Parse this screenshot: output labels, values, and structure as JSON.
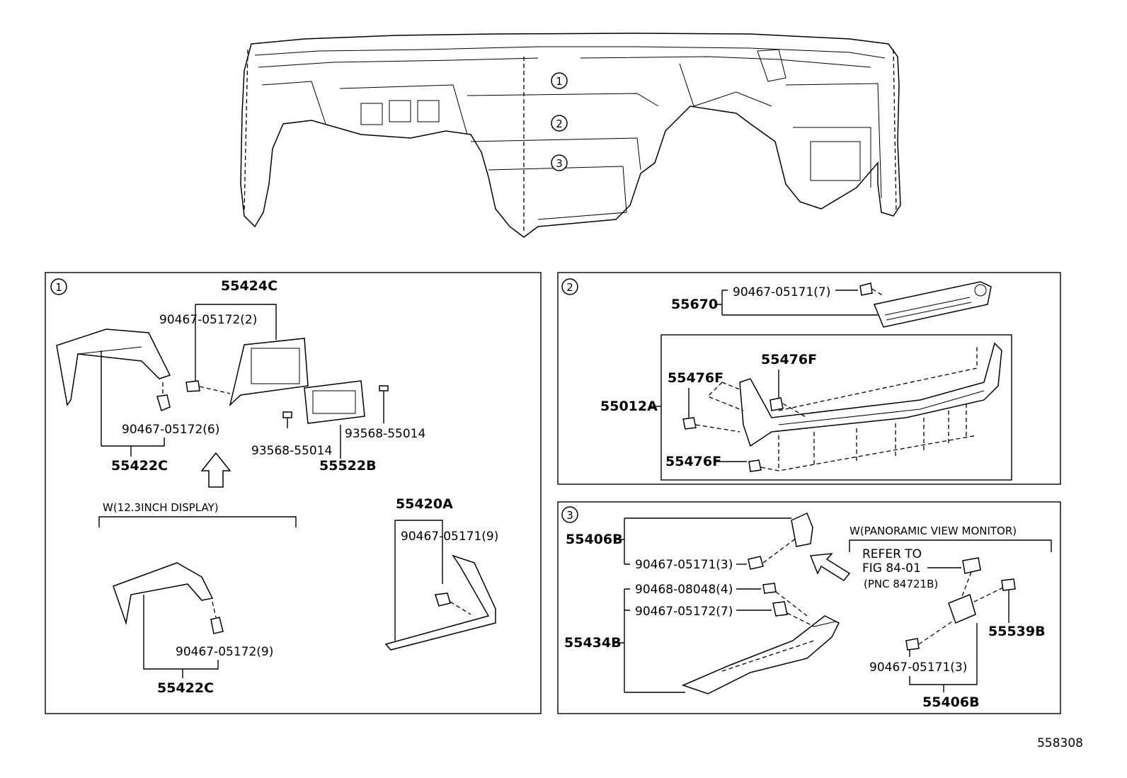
{
  "diagram_id": "558308",
  "callouts": [
    "1",
    "2",
    "3"
  ],
  "panel1": {
    "marker": "1",
    "labels": {
      "p55424C": "55424C",
      "c90467_05172_2": "90467-05172(2)",
      "c90467_05172_6": "90467-05172(6)",
      "p55422C_top": "55422C",
      "s93568_left": "93568-55014",
      "s93568_right": "93568-55014",
      "p55522B": "55522B",
      "variant": "W(12.3INCH DISPLAY)",
      "c90467_05172_9": "90467-05172(9)",
      "p55422C_bottom": "55422C",
      "p55420A": "55420A",
      "c90467_05171_9": "90467-05171(9)"
    }
  },
  "panel2": {
    "marker": "2",
    "labels": {
      "p55670": "55670",
      "c90467_05171_7": "90467-05171(7)",
      "p55012A": "55012A",
      "p55476F_a": "55476F",
      "p55476F_b": "55476F",
      "p55476F_c": "55476F"
    }
  },
  "panel3": {
    "marker": "3",
    "labels": {
      "p55406B_top": "55406B",
      "c90467_05171_3_top": "90467-05171(3)",
      "c90468_08048_4": "90468-08048(4)",
      "c90467_05172_7": "90467-05172(7)",
      "p55434B": "55434B",
      "variant": "W(PANORAMIC VIEW MONITOR)",
      "refer1": "REFER TO",
      "refer2": "FIG 84-01",
      "refer3": "(PNC 84721B)",
      "p55539B": "55539B",
      "c90467_05171_3_bottom": "90467-05171(3)",
      "p55406B_bottom": "55406B"
    }
  }
}
